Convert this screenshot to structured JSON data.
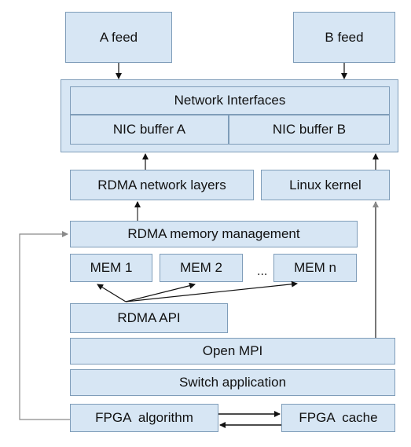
{
  "feeds": {
    "a": "A feed",
    "b": "B feed"
  },
  "network": {
    "title": "Network Interfaces",
    "nic_a": "NIC buffer A",
    "nic_b": "NIC buffer B"
  },
  "rdma_network": "RDMA network layers",
  "linux_kernel": "Linux kernel",
  "rdma_memory": "RDMA memory management",
  "mem": [
    "MEM 1",
    "MEM 2",
    "MEM n"
  ],
  "mem_ellipsis": "...",
  "rdma_api": "RDMA API",
  "open_mpi": "Open MPI",
  "switch_app": "Switch application",
  "fpga_algorithm": "FPGA  algorithm",
  "fpga_cache": "FPGA  cache",
  "colors": {
    "box_fill": "#d7e6f4",
    "box_border": "#7f9db9",
    "arrow_dark": "#111111",
    "arrow_gray": "#8a8a8a"
  }
}
